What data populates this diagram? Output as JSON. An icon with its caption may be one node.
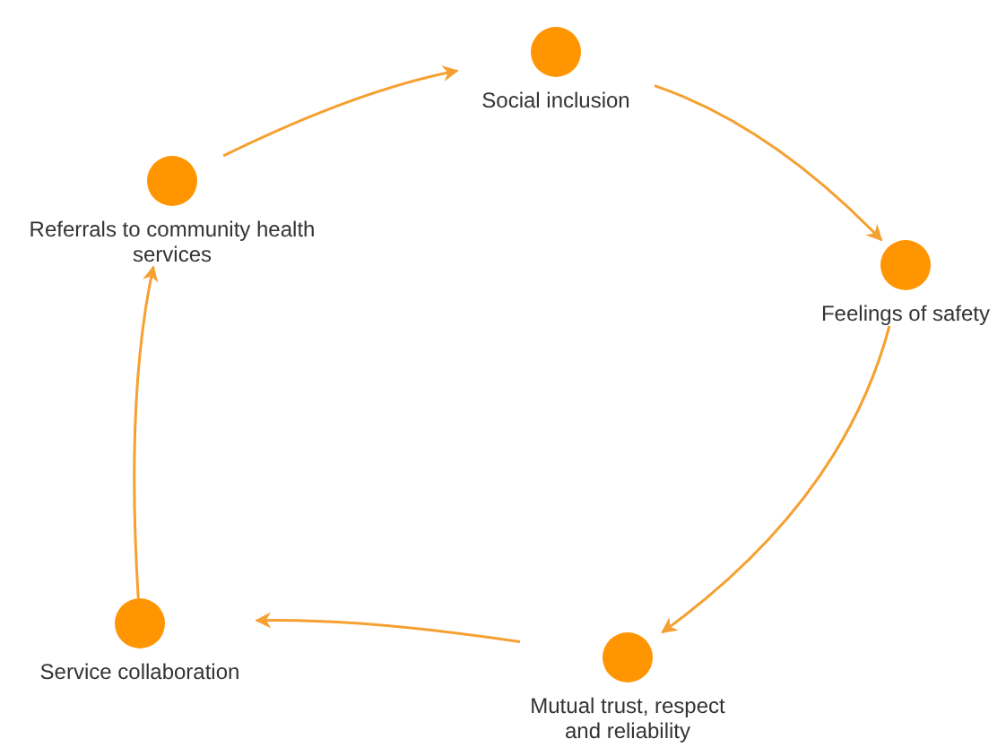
{
  "diagram": {
    "nodes": [
      {
        "text": [
          "Social inclusion"
        ]
      },
      {
        "text": [
          "Feelings of safety"
        ]
      },
      {
        "text": [
          "Mutual trust, respect and reliability"
        ]
      },
      {
        "text": [
          "Service collaboration"
        ]
      },
      {
        "text": [
          "Referrals to community health services"
        ]
      }
    ],
    "edges": [
      {
        "from": 0,
        "to": 1,
        "arrow": "to"
      },
      {
        "from": 1,
        "to": 2,
        "arrow": "to"
      },
      {
        "from": 2,
        "to": 3,
        "arrow": "to"
      },
      {
        "from": 3,
        "to": 4,
        "arrow": "to"
      },
      {
        "from": 4,
        "to": 0,
        "arrow": "to"
      }
    ]
  }
}
